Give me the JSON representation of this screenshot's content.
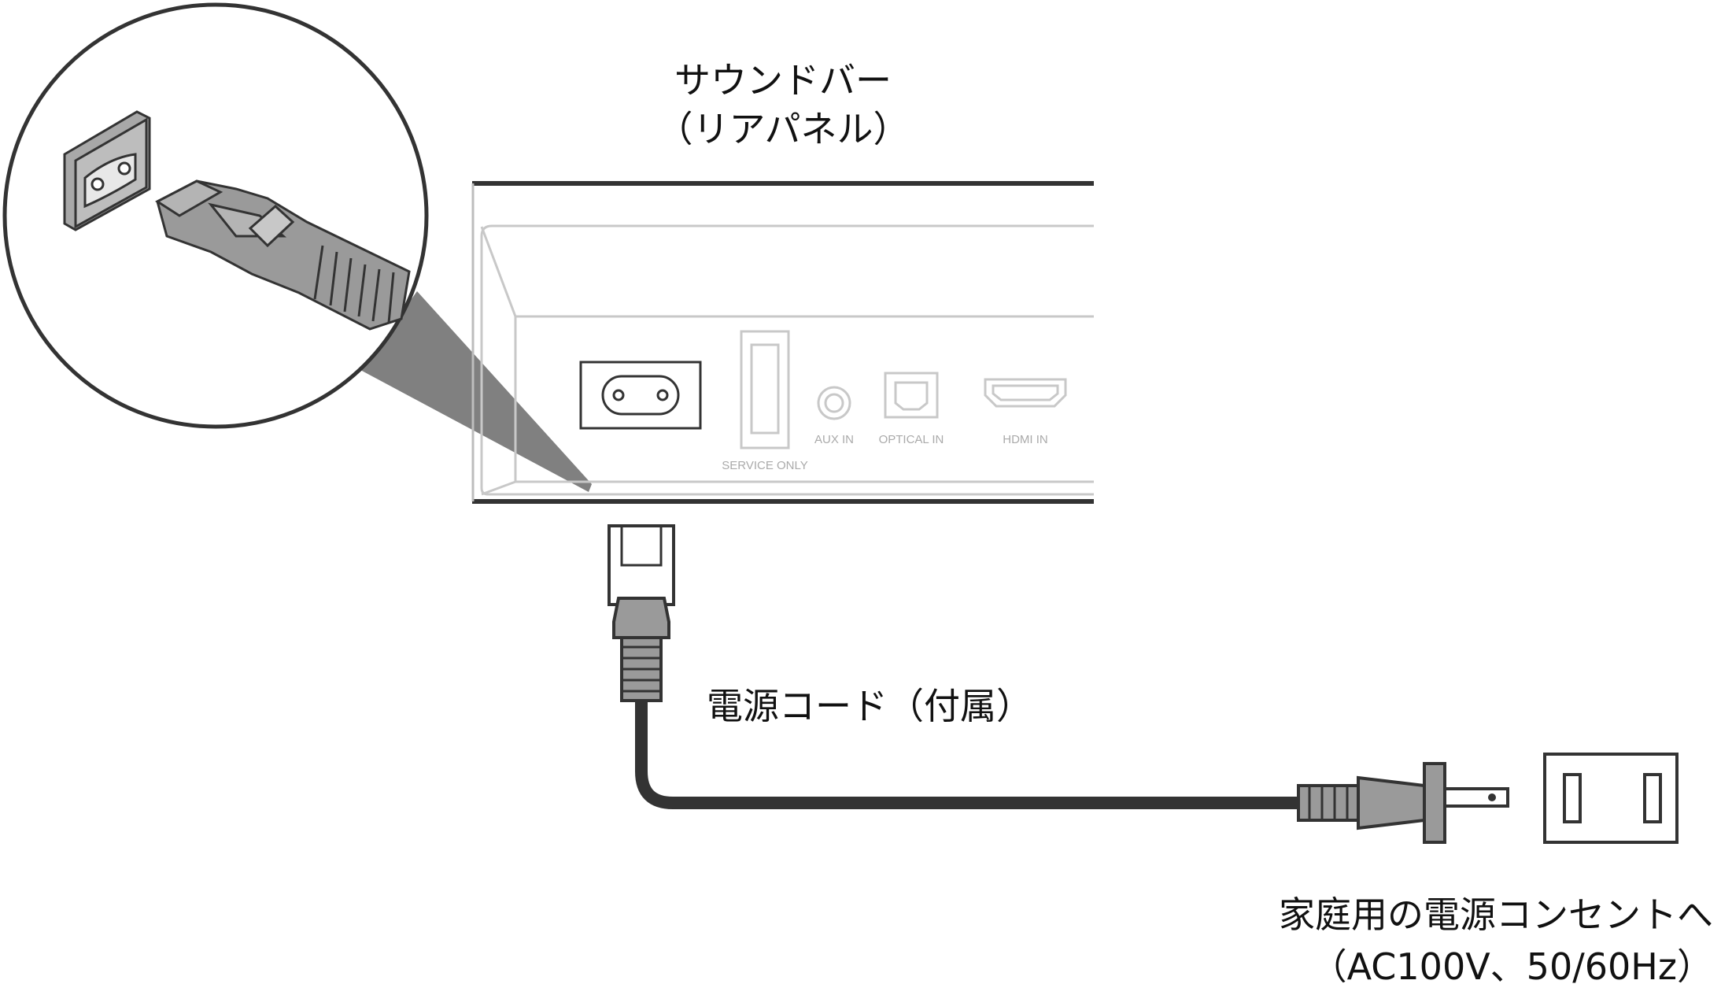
{
  "title": {
    "line1": "サウンドバー",
    "line2": "（リアパネル）"
  },
  "rear_panel": {
    "ports": {
      "service_only": "SERVICE ONLY",
      "aux_in": "AUX IN",
      "optical_in": "OPTICAL IN",
      "hdmi_in": "HDMI IN"
    }
  },
  "cord_label": "電源コード（付属）",
  "outlet_label": {
    "line1": "家庭用の電源コンセントへ",
    "line2": "（AC100V、50/60Hz）"
  },
  "icons": [
    "ac-inlet-icon",
    "usb-port-icon",
    "aux-jack-icon",
    "optical-port-icon",
    "hdmi-port-icon",
    "power-plug-icon",
    "wall-outlet-icon",
    "figure-8-connector-icon"
  ],
  "colors": {
    "outline": "#333333",
    "panel_line": "#c8c8c8",
    "connector_fill": "#9a9a9a",
    "port_label": "#aaaaaa",
    "beam": "#555555"
  }
}
